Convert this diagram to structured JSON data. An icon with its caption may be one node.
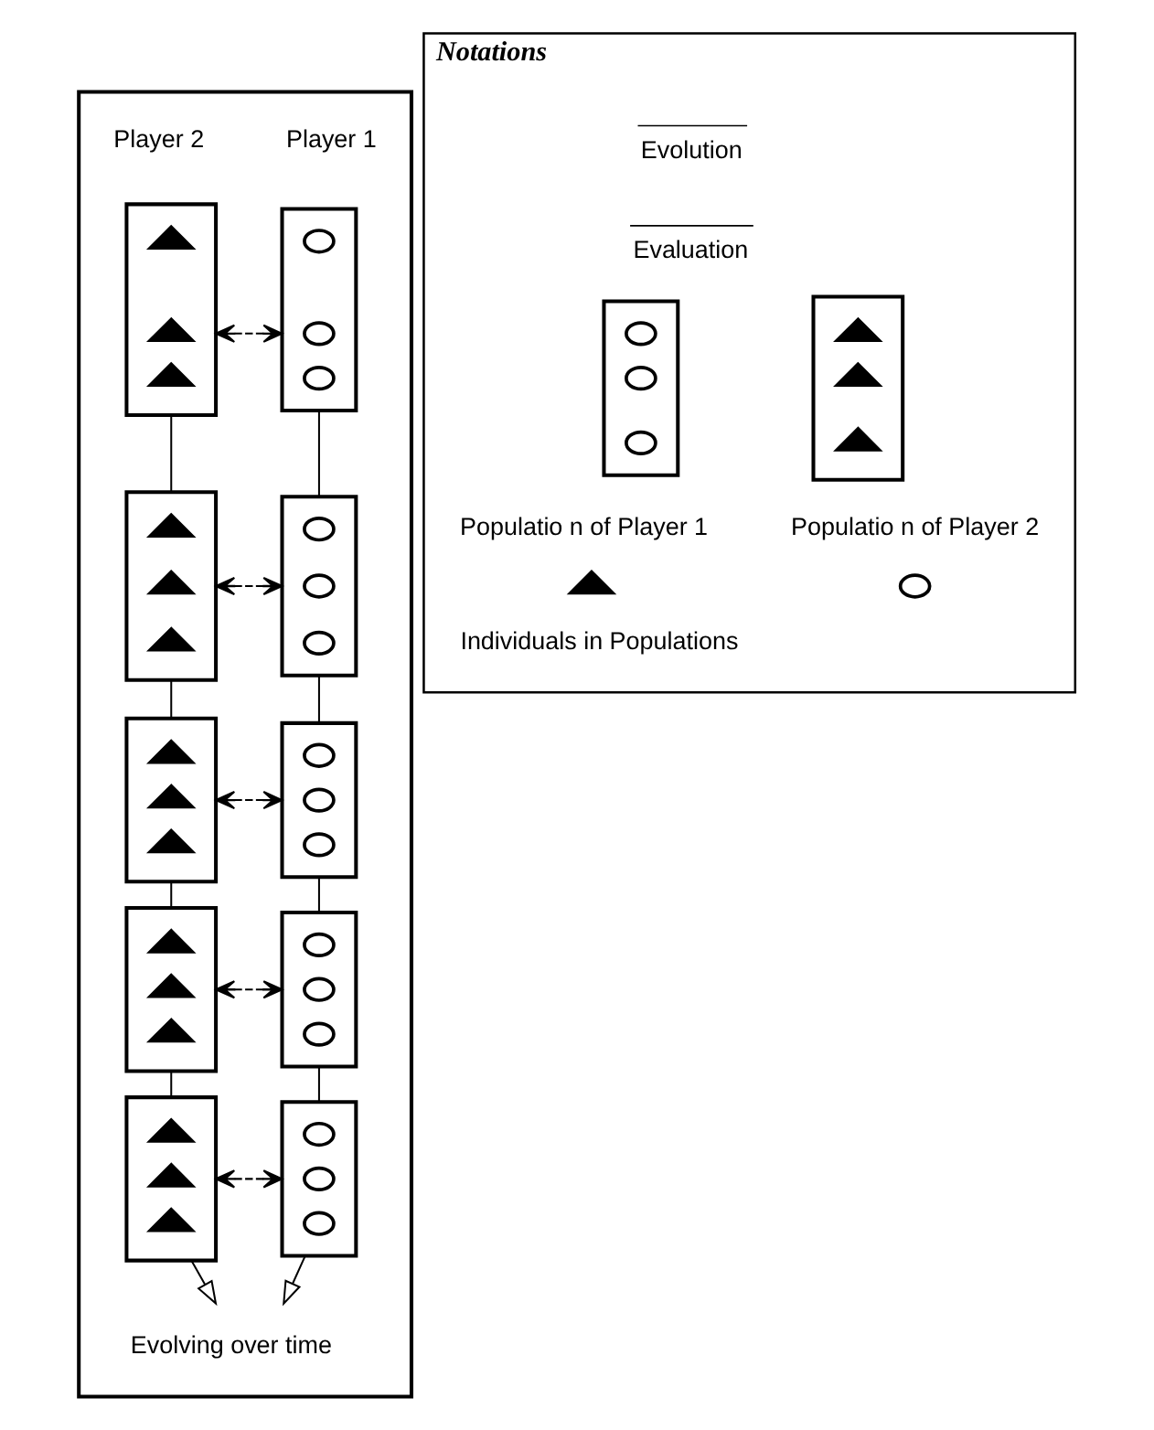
{
  "diagram": {
    "nodes": [
      {
        "text": [],
        "shape": "box"
      },
      {
        "text": [],
        "shape": "box",
        "in": 0
      },
      {
        "text": [],
        "shape": "circle",
        "in": 1
      },
      {
        "text": [],
        "shape": "circle",
        "in": 1
      },
      {
        "text": [],
        "shape": "circle",
        "in": 1
      },
      {
        "text": [],
        "shape": "box",
        "in": 0
      },
      {
        "text": [],
        "shape": "triangle",
        "in": 5
      },
      {
        "text": [],
        "shape": "triangle",
        "in": 5
      },
      {
        "text": [],
        "shape": "triangle",
        "in": 5
      },
      {
        "text": [],
        "shape": "box",
        "in": 0
      },
      {
        "text": [],
        "shape": "circle",
        "in": 9
      },
      {
        "text": [],
        "shape": "circle",
        "in": 9
      },
      {
        "text": [],
        "shape": "circle",
        "in": 9
      },
      {
        "text": [],
        "shape": "box",
        "in": 0
      },
      {
        "text": [],
        "shape": "triangle",
        "in": 13
      },
      {
        "text": [],
        "shape": "triangle",
        "in": 13
      },
      {
        "text": [],
        "shape": "triangle",
        "in": 13
      },
      {
        "text": [],
        "shape": "box",
        "in": 0
      },
      {
        "text": [],
        "shape": "circle",
        "in": 17
      },
      {
        "text": [],
        "shape": "circle",
        "in": 17
      },
      {
        "text": [],
        "shape": "circle",
        "in": 17
      },
      {
        "text": [],
        "shape": "box",
        "in": 0
      },
      {
        "text": [],
        "shape": "triangle",
        "in": 21
      },
      {
        "text": [],
        "shape": "triangle",
        "in": 21
      },
      {
        "text": [],
        "shape": "triangle",
        "in": 21
      },
      {
        "text": [],
        "shape": "box",
        "in": 0
      },
      {
        "text": [],
        "shape": "circle",
        "in": 25
      },
      {
        "text": [],
        "shape": "circle",
        "in": 25
      },
      {
        "text": [],
        "shape": "circle",
        "in": 25
      },
      {
        "text": [],
        "shape": "box",
        "in": 0
      },
      {
        "text": [],
        "shape": "triangle",
        "in": 29
      },
      {
        "text": [],
        "shape": "triangle",
        "in": 29
      },
      {
        "text": [],
        "shape": "triangle",
        "in": 29
      },
      {
        "text": [],
        "shape": "box",
        "in": 0
      },
      {
        "text": [],
        "shape": "circle",
        "in": 33
      },
      {
        "text": [],
        "shape": "circle",
        "in": 33
      },
      {
        "text": [],
        "shape": "circle",
        "in": 33
      },
      {
        "text": [],
        "shape": "box",
        "in": 0
      },
      {
        "text": [],
        "shape": "triangle",
        "in": 37
      },
      {
        "text": [],
        "shape": "triangle",
        "in": 37
      },
      {
        "text": [],
        "shape": "triangle",
        "in": 37
      },
      {
        "text": [
          "Notations"
        ]
      },
      {
        "text": [],
        "shape": "box",
        "in": 41,
        "beside": [
          "Populatio n of Player 1"
        ]
      },
      {
        "text": [],
        "shape": "circle",
        "in": 42
      },
      {
        "text": [],
        "shape": "circle",
        "in": 42
      },
      {
        "text": [],
        "shape": "circle",
        "in": 42
      },
      {
        "text": [],
        "shape": "box",
        "in": 41,
        "beside": [
          "Populatio n of Player 2"
        ]
      },
      {
        "text": [],
        "shape": "triangle",
        "in": 46
      },
      {
        "text": [],
        "shape": "triangle",
        "in": 46
      },
      {
        "text": [],
        "shape": "triangle",
        "in": 46
      },
      {
        "text": [],
        "shape": "triangle",
        "in": 41
      },
      {
        "text": [],
        "shape": "circle",
        "in": 41
      }
    ],
    "edges": [
      {
        "from": 1,
        "to": 5,
        "arrow": "both",
        "style": "dashed"
      },
      {
        "from": 1,
        "to": 9,
        "arrow": "none"
      },
      {
        "from": 5,
        "to": 13,
        "arrow": "none"
      },
      {
        "from": 9,
        "to": 13,
        "arrow": "both",
        "style": "dashed"
      },
      {
        "from": 9,
        "to": 17,
        "arrow": "none"
      },
      {
        "from": 13,
        "to": 21,
        "arrow": "none"
      },
      {
        "from": 17,
        "to": 21,
        "arrow": "both",
        "style": "dashed"
      },
      {
        "from": 17,
        "to": 25,
        "arrow": "none"
      },
      {
        "from": 21,
        "to": 29,
        "arrow": "none"
      },
      {
        "from": 25,
        "to": 29,
        "arrow": "both",
        "style": "dashed"
      },
      {
        "from": 25,
        "to": 33,
        "arrow": "none"
      },
      {
        "from": 29,
        "to": 37,
        "arrow": "none"
      },
      {
        "from": 33,
        "to": 37,
        "arrow": "both",
        "style": "dashed"
      },
      {
        "from": 33,
        "to": null,
        "arrow": "to"
      },
      {
        "from": 37,
        "to": null,
        "arrow": "to"
      }
    ],
    "labels": [
      "Player 1",
      "Player 2",
      "Evolving over time",
      "Individuals in Populations"
    ],
    "legend": [
      {
        "text": "Evolution"
      },
      {
        "text": "Evaluation"
      }
    ]
  }
}
